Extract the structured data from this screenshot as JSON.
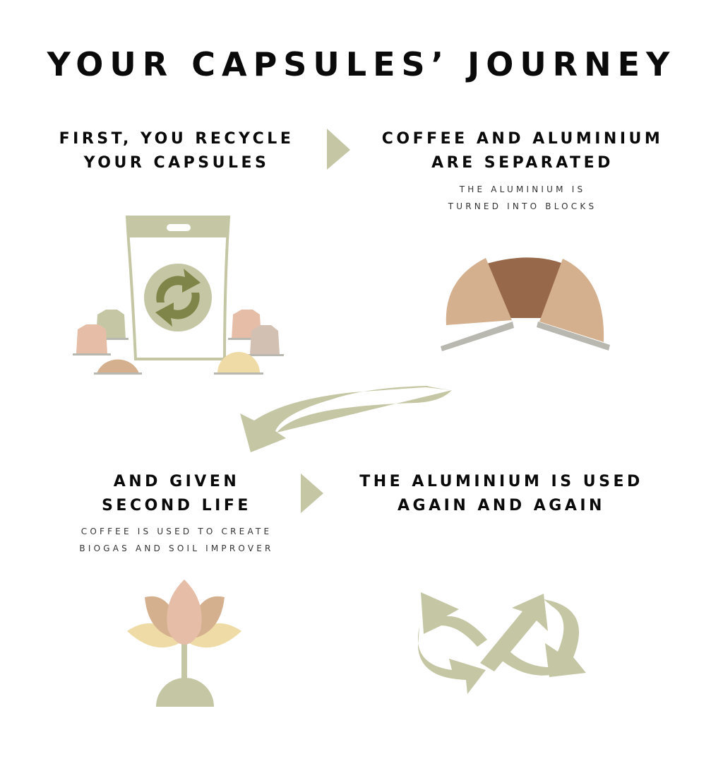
{
  "title": "YOUR CAPSULES’ JOURNEY",
  "steps": [
    {
      "heading": [
        "FIRST, YOU RECYCLE",
        "YOUR CAPSULES"
      ],
      "subtext": []
    },
    {
      "heading": [
        "COFFEE AND ALUMINIUM",
        "ARE SEPARATED"
      ],
      "subtext": [
        "THE ALUMINIUM IS",
        "TURNED INTO BLOCKS"
      ]
    },
    {
      "heading": [
        "AND GIVEN",
        "SECOND LIFE"
      ],
      "subtext": [
        "COFFEE IS USED TO CREATE",
        "BIOGAS AND SOIL IMPROVER"
      ]
    },
    {
      "heading": [
        "THE ALUMINIUM IS USED",
        "AGAIN AND AGAIN"
      ],
      "subtext": []
    }
  ],
  "colors": {
    "sage": "#c5c6a4",
    "olive": "#7f8548",
    "tan": "#d4b08e",
    "brown": "#98684a",
    "pink": "#e6bea8",
    "cream": "#efdba6",
    "grey": "#b8b8b0"
  }
}
